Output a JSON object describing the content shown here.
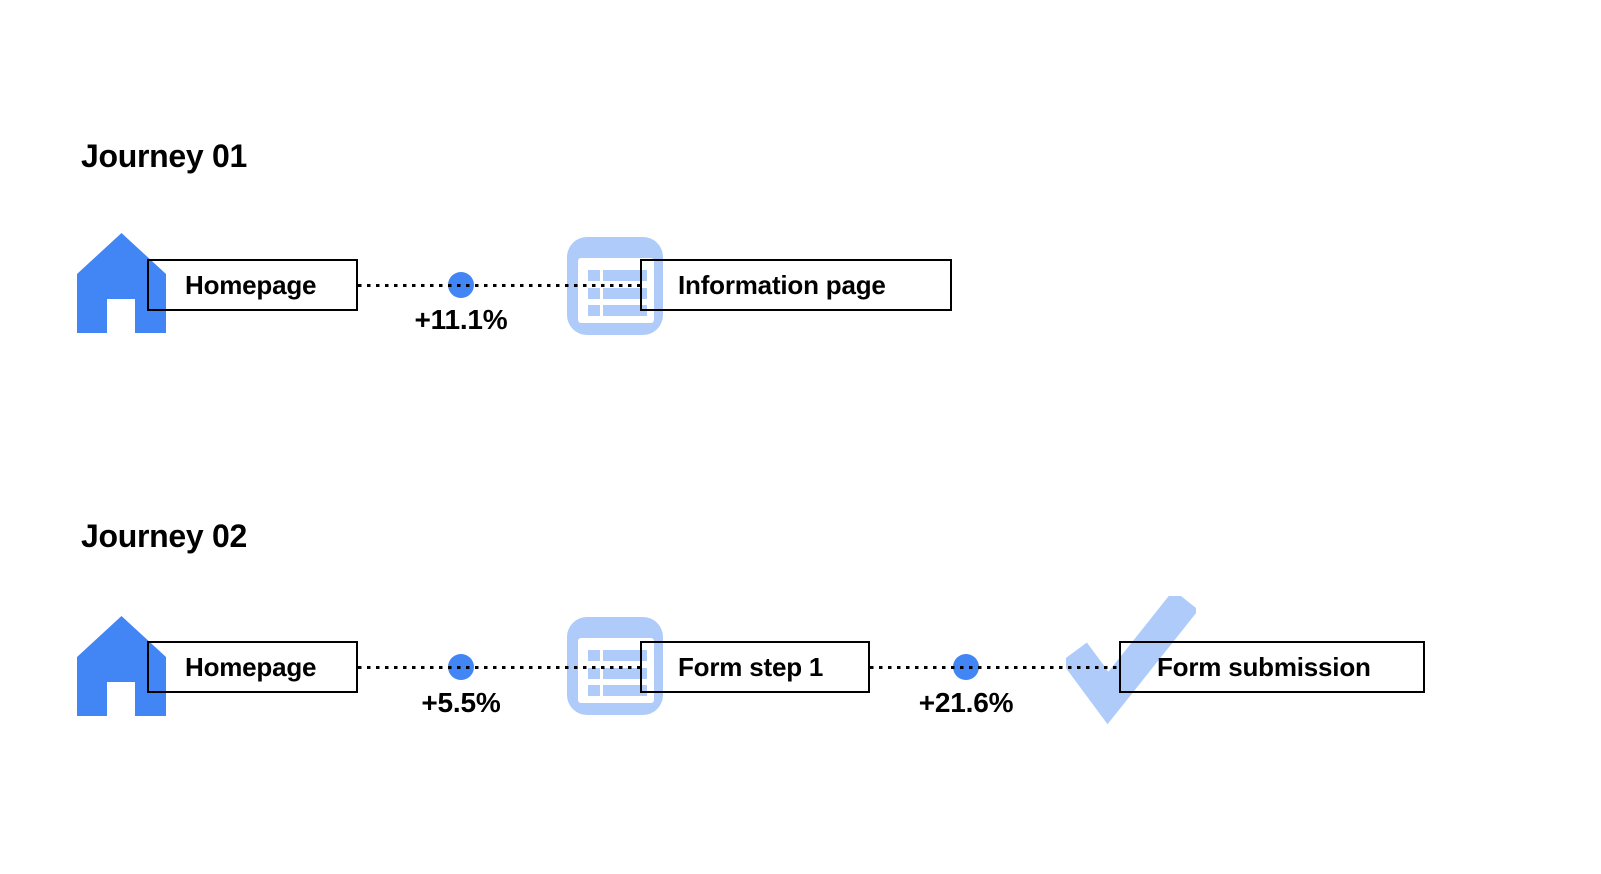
{
  "colors": {
    "primary_blue": "#4285F4",
    "light_blue": "#AECBFA",
    "text": "#000000",
    "box_border": "#000000"
  },
  "journeys": [
    {
      "title": "Journey 01",
      "steps": [
        {
          "icon": "home-icon",
          "label": "Homepage"
        },
        {
          "icon": "information-page-icon",
          "label": "Information page"
        }
      ],
      "transitions": [
        {
          "value": "+11.1%"
        }
      ]
    },
    {
      "title": "Journey 02",
      "steps": [
        {
          "icon": "home-icon",
          "label": "Homepage"
        },
        {
          "icon": "form-page-icon",
          "label": "Form step 1"
        },
        {
          "icon": "checkmark-icon",
          "label": "Form submission"
        }
      ],
      "transitions": [
        {
          "value": "+5.5%"
        },
        {
          "value": "+21.6%"
        }
      ]
    }
  ]
}
